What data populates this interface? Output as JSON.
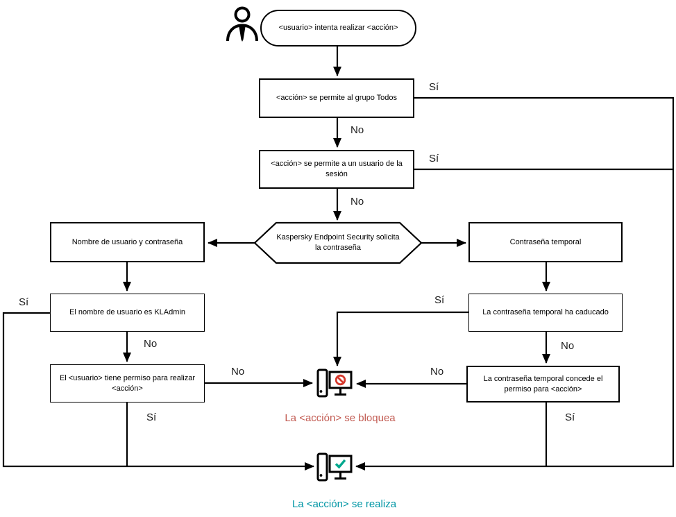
{
  "diagram": {
    "nodes": {
      "start": "<usuario> intenta realizar <acción>",
      "action_allowed_everyone": "<acción> se permite al grupo Todos",
      "action_allowed_session_user": "<acción> se permite a un usuario de la sesión",
      "kes_prompts_password": "Kaspersky Endpoint Security solicita la contraseña",
      "username_and_password": "Nombre de usuario y contraseña",
      "temporary_password": "Contraseña temporal",
      "username_is_kladmin": "El nombre de usuario es KLAdmin",
      "user_has_permission": "El <usuario> tiene permiso para realizar <acción>",
      "temp_password_expired": "La contraseña temporal ha caducado",
      "temp_password_grants": "La contraseña temporal concede el permiso para <acción>"
    },
    "outcomes": {
      "blocked": "La <acción> se bloquea",
      "performed": "La <acción> se realiza"
    },
    "edge_labels": {
      "everyone_yes": "Sí",
      "everyone_no": "No",
      "session_yes": "Sí",
      "session_no": "No",
      "kladmin_yes": "Sí",
      "kladmin_no": "No",
      "permission_no": "No",
      "permission_yes": "Sí",
      "expired_yes": "Sí",
      "expired_no": "No",
      "grants_no": "No",
      "grants_yes": "Sí"
    },
    "icons": {
      "actor": "person-icon",
      "blocked": "computer-blocked-icon",
      "performed": "computer-check-icon"
    },
    "colors": {
      "line": "#000000",
      "blocked_symbol": "#d63a2e",
      "check_symbol": "#00a88e",
      "blocked_text": "#c25b52",
      "performed_text": "#0096a5"
    }
  }
}
